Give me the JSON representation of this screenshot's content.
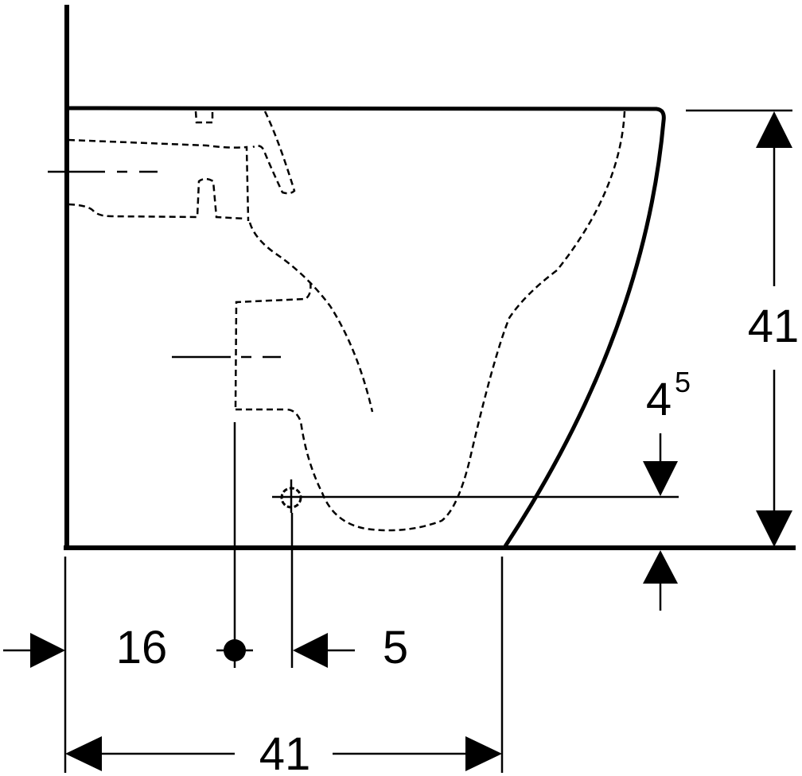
{
  "drawing": {
    "type": "technical-dimension-drawing",
    "stroke_color": "#000000",
    "background_color": "#ffffff",
    "dimensions": {
      "height": "41",
      "inlet_height_base": "4",
      "inlet_height_sup": "5",
      "drain_from_wall": "16",
      "drain_offset": "5",
      "depth": "41"
    }
  }
}
